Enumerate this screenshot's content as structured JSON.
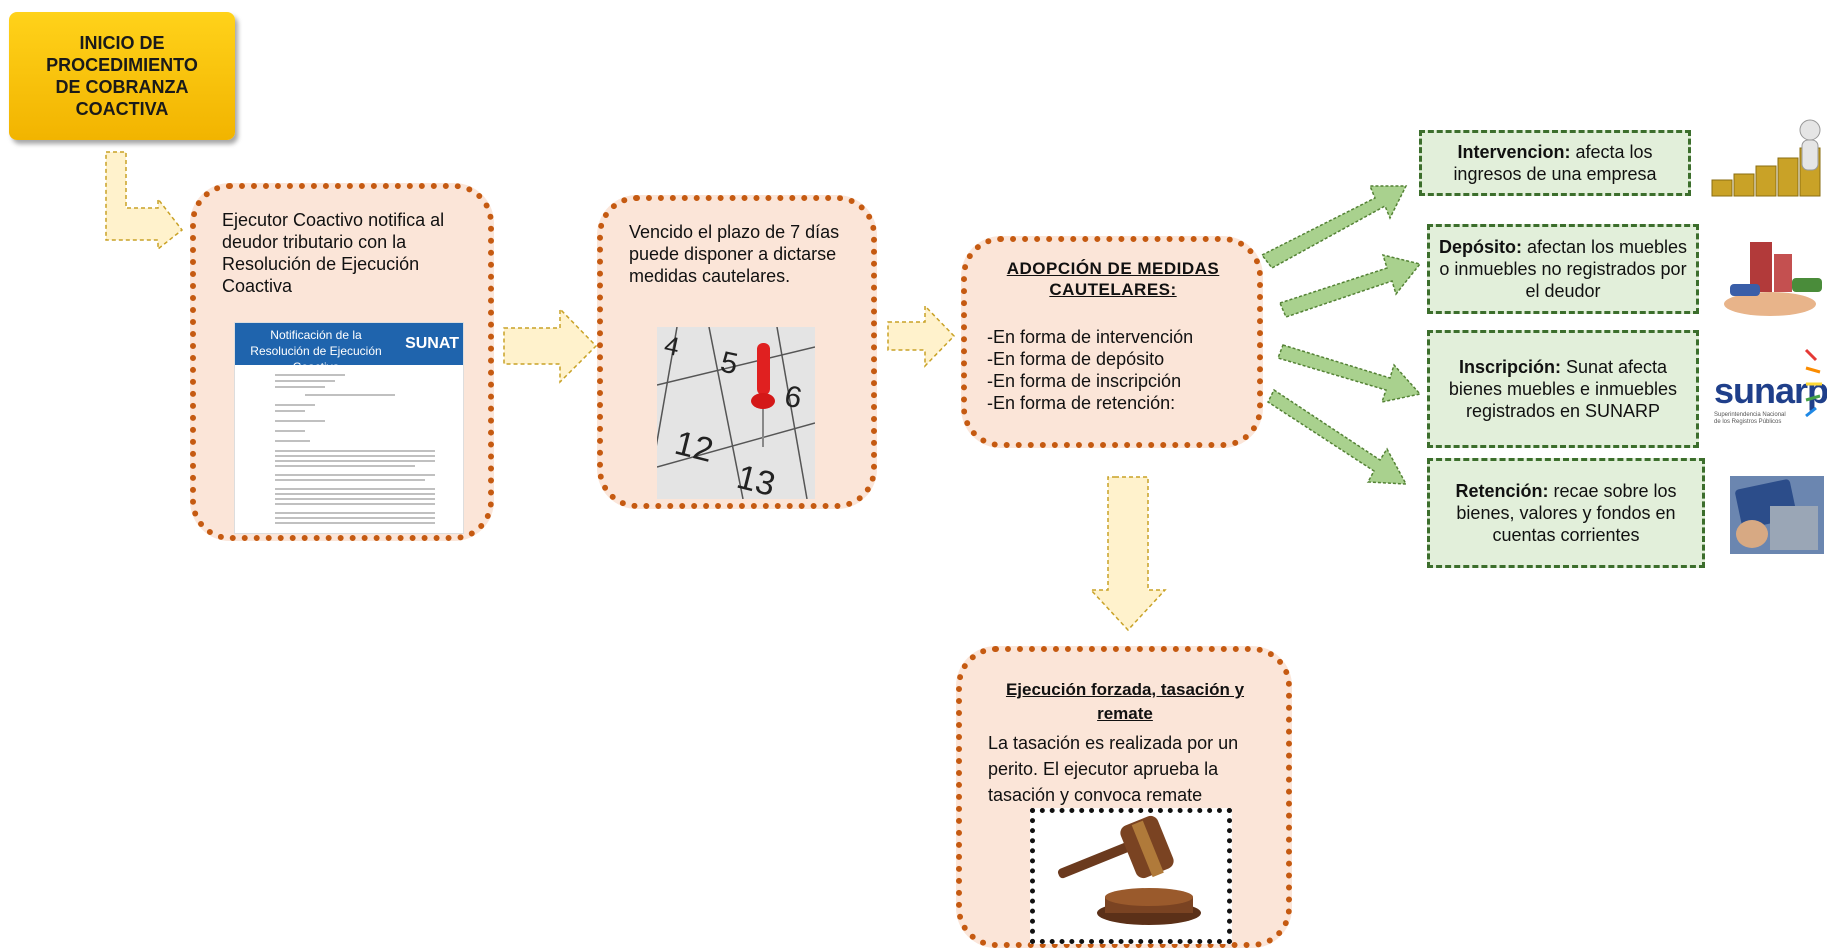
{
  "start": {
    "title": "INICIO DE PROCEDIMIENTO DE COBRANZA COACTIVA"
  },
  "step1": {
    "text": "Ejecutor Coactivo notifica al deudor tributario con la Resolución de Ejecución Coactiva",
    "doc_title": "Notificación de la Resolución de Ejecución Coactiva",
    "doc_brand": "SUNAT"
  },
  "step2": {
    "text": "Vencido el plazo  de 7 días puede disponer a dictarse medidas cautelares.",
    "calendar_numbers": [
      "4",
      "5",
      "6",
      "12",
      "13"
    ]
  },
  "step3": {
    "title": "ADOPCIÓN DE MEDIDAS CAUTELARES:",
    "items": [
      "-En forma de intervención",
      "-En forma de depósito",
      "-En forma de inscripción",
      "-En forma de retención:"
    ]
  },
  "measures": [
    {
      "bold": "Intervencion:",
      "text": " afecta los ingresos de una empresa"
    },
    {
      "bold": "Depósito:",
      "text": " afectan los muebles o inmuebles no registrados por el deudor"
    },
    {
      "bold": "Inscripción:",
      "text": " Sunat afecta bienes muebles e inmuebles registrados en SUNARP"
    },
    {
      "bold": "Retención:",
      "text": " recae sobre los bienes, valores y fondos en cuentas corrientes"
    }
  ],
  "sunarp": {
    "logo": "sunarp",
    "sub": "Superintendencia Nacional de los Registros Públicos"
  },
  "step4": {
    "title": "Ejecución forzada, tasación y remate",
    "text": "La tasación es realizada por un perito. El ejecutor aprueba la tasación y convoca remate"
  },
  "colors": {
    "orange_border": "#c55a11",
    "orange_fill": "#fbe5d8",
    "green_border": "#3c6e2c",
    "green_fill": "#e2efda",
    "start_fill": "#ffc000",
    "yellow_arrow": "#fff2cc",
    "green_arrow": "#a9d18e"
  }
}
